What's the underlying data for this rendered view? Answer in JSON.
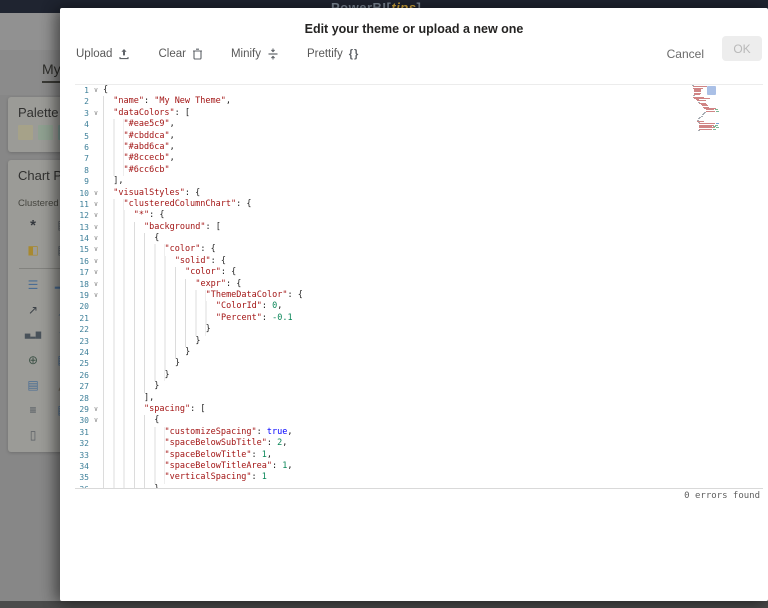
{
  "top_bar": {
    "brand": "PowerBI",
    "brand_tips": "tips"
  },
  "underlay": {
    "tab_label": "My",
    "palette_card": {
      "title": "Palette",
      "swatches": [
        "#a6a289",
        "#8fa090",
        "#7f9c95"
      ]
    },
    "chart_card": {
      "title": "Chart P",
      "subtitle": "Clustered",
      "icons": [
        {
          "name": "asterisk-visual-icon",
          "glyph": "*",
          "color": "#34383e"
        },
        {
          "name": "matrix-visual-icon",
          "glyph": "▦",
          "color": "#575d64"
        },
        {
          "name": "kpi-grid-visual-icon",
          "glyph": "◧",
          "color": "#a8892f"
        },
        {
          "name": "pin-chart-visual-icon",
          "glyph": "▨",
          "color": "#57606a"
        },
        {
          "name": "bar-chart-visual-icon",
          "glyph": "☰",
          "color": "#4a6d94"
        },
        {
          "name": "column-chart-visual-icon",
          "glyph": "▂▆▃",
          "color": "#4a6d94"
        },
        {
          "name": "line-chart-visual-icon",
          "glyph": "↗",
          "color": "#3c4248"
        },
        {
          "name": "area-chart-visual-icon",
          "glyph": "◢",
          "color": "#55718c"
        },
        {
          "name": "histogram-visual-icon",
          "glyph": "▅▂▇",
          "color": "#49525a"
        },
        {
          "name": "funnel-visual-icon",
          "glyph": "▼",
          "color": "#4a6d94"
        },
        {
          "name": "globe-visual-icon",
          "glyph": "⊕",
          "color": "#3d5247"
        },
        {
          "name": "map-visual-icon",
          "glyph": "▧",
          "color": "#4a6d94"
        },
        {
          "name": "table-visual-icon",
          "glyph": "▤",
          "color": "#4a6d94"
        },
        {
          "name": "legend-visual-icon",
          "glyph": "◮",
          "color": "#6b5b4a"
        },
        {
          "name": "slicer-visual-icon",
          "glyph": "≡",
          "color": "#49525a"
        },
        {
          "name": "grid-visual-icon",
          "glyph": "▦",
          "color": "#4a6d94"
        },
        {
          "name": "page-report-visual-icon",
          "glyph": "▯",
          "color": "#5a5f64"
        }
      ]
    }
  },
  "dialog": {
    "title": "Edit your theme or upload a new one",
    "toolbar": {
      "upload": "Upload",
      "clear": "Clear",
      "minify": "Minify",
      "prettify": "Prettify",
      "prettify_glyph": "{}"
    },
    "cancel": "Cancel",
    "ok": "OK",
    "status": "0 errors found"
  },
  "editor": {
    "syntax_colors": {
      "string": "#a31515",
      "number": "#098658",
      "boolean": "#0000ff"
    },
    "lines": [
      "{",
      "  \"name\": \"My New Theme\",",
      "  \"dataColors\": [",
      "    \"#eae5c9\",",
      "    \"#cbddca\",",
      "    \"#abd6ca\",",
      "    \"#8ccecb\",",
      "    \"#6cc6cb\"",
      "  ],",
      "  \"visualStyles\": {",
      "    \"clusteredColumnChart\": {",
      "      \"*\": {",
      "        \"background\": [",
      "          {",
      "            \"color\": {",
      "              \"solid\": {",
      "                \"color\": {",
      "                  \"expr\": {",
      "                    \"ThemeDataColor\": {",
      "                      \"ColorId\": 0,",
      "                      \"Percent\": -0.1",
      "                    }",
      "                  }",
      "                }",
      "              }",
      "            }",
      "          }",
      "        ],",
      "        \"spacing\": [",
      "          {",
      "            \"customizeSpacing\": true,",
      "            \"spaceBelowSubTitle\": 2,",
      "            \"spaceBelowTitle\": 1,",
      "            \"spaceBelowTitleArea\": 1,",
      "            \"verticalSpacing\": 1",
      "          }"
    ]
  }
}
